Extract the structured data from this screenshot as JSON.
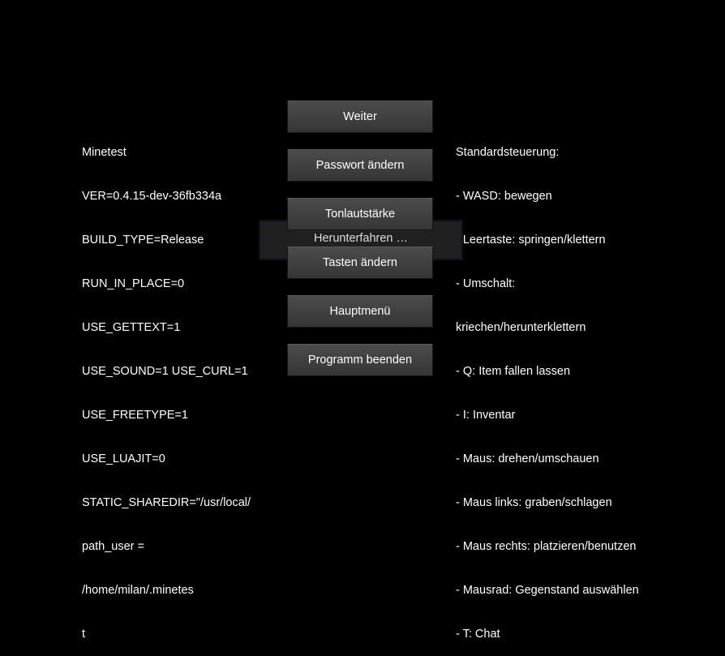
{
  "version_info": [
    "Minetest",
    "VER=0.4.15-dev-36fb334a",
    "BUILD_TYPE=Release",
    "RUN_IN_PLACE=0",
    "USE_GETTEXT=1",
    "USE_SOUND=1 USE_CURL=1",
    "USE_FREETYPE=1",
    "USE_LUAJIT=0",
    "STATIC_SHAREDIR=\"/usr/local/",
    "path_user =",
    "/home/milan/.minetes",
    "t"
  ],
  "controls_help": [
    "Standardsteuerung:",
    "- WASD: bewegen",
    "- Leertaste: springen/klettern",
    "- Umschalt:",
    "kriechen/herunterklettern",
    "- Q: Item fallen lassen",
    "- I: Inventar",
    "- Maus: drehen/umschauen",
    "- Maus links: graben/schlagen",
    "- Maus rechts: platzieren/benutzen",
    "- Mausrad: Gegenstand auswählen",
    "- T: Chat"
  ],
  "status_overlay": "Herunterfahren …",
  "menu": {
    "continue": "Weiter",
    "change_password": "Passwort ändern",
    "volume": "Tonlautstärke",
    "change_keys": "Tasten ändern",
    "main_menu": "Hauptmenü",
    "exit": "Programm beenden"
  }
}
